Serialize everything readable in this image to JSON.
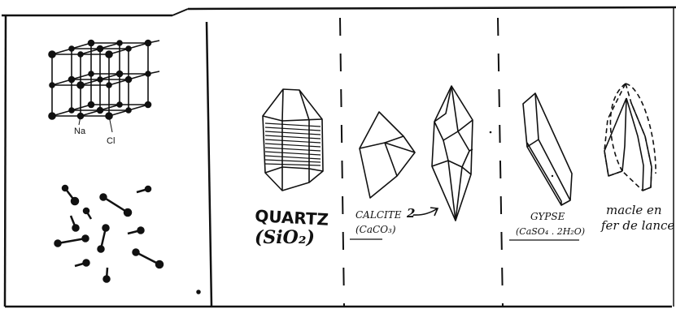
{
  "panel_left": {
    "ion_labels": {
      "na": "Na",
      "cl": "Cl"
    }
  },
  "panel_right": {
    "quartz": {
      "name": "QUARTZ",
      "formula": "(SiO₂)"
    },
    "calcite": {
      "name": "CALCITE",
      "marker": "2",
      "formula": "(CaCO₃)"
    },
    "gypse": {
      "name": "GYPSE",
      "formula": "(CaSO₄ . 2H₂O)"
    },
    "macle": {
      "line1": "macle en",
      "line2": "fer de lance"
    }
  }
}
